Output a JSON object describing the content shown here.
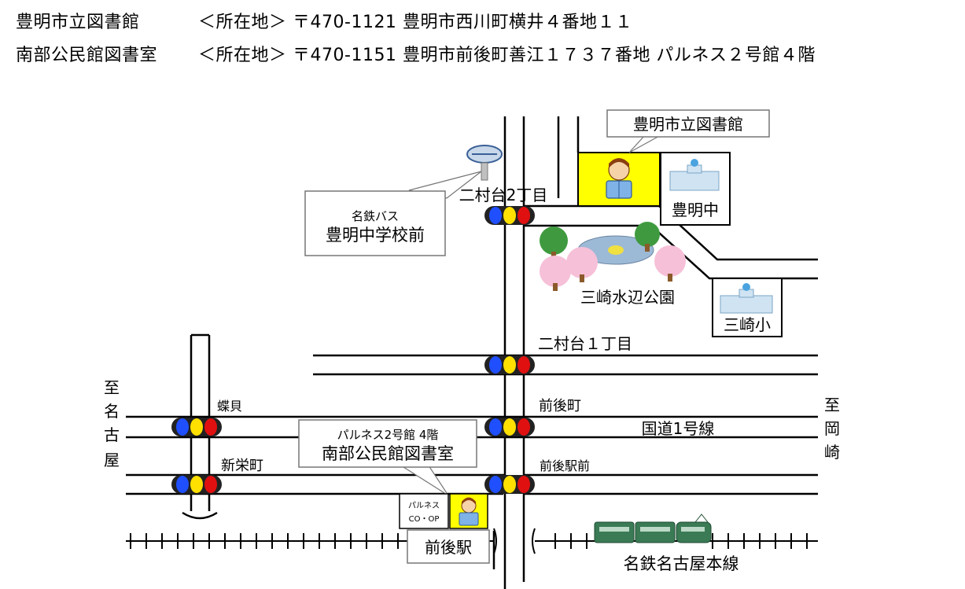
{
  "addresses": [
    {
      "name": "豊明市立図書館",
      "label": "＜所在地＞",
      "postal": "〒470-1121",
      "address": "豊明市西川町横井４番地１１"
    },
    {
      "name": "南部公民館図書室",
      "label": "＜所在地＞",
      "postal": "〒470-1151",
      "address": "豊明市前後町善江１７３７番地 パルネス２号館４階"
    }
  ],
  "map": {
    "callout_library": "豊明市立図書館",
    "callout_bus_line1": "名鉄バス",
    "callout_bus_line2": "豊明中学校前",
    "callout_palnes_line1": "パルネス2号館 4階",
    "callout_palnes_line2": "南部公民館図書室",
    "school_toyoake_chu": "豊明中",
    "school_misaki_sho": "三崎小",
    "park": "三崎水辺公園",
    "intersection_nimuradai2": "二村台2丁目",
    "intersection_nimuradai1": "二村台１丁目",
    "intersection_zengocho": "前後町",
    "intersection_zengoekimae": "前後駅前",
    "intersection_horagai": "蝶貝",
    "intersection_shineicho": "新栄町",
    "route1": "国道1号線",
    "to_nagoya": [
      "至",
      "名",
      "古",
      "屋"
    ],
    "to_okazaki": [
      "至",
      "岡",
      "崎"
    ],
    "station": "前後駅",
    "railway": "名鉄名古屋本線",
    "palnes_store_line1": "パルネス",
    "palnes_store_line2": "CO・OP",
    "colors": {
      "library_box": "#ffff00",
      "signal_blue": "#1f4fff",
      "signal_yellow": "#ffe000",
      "signal_red": "#e01010",
      "train": "#3a7a55"
    }
  }
}
